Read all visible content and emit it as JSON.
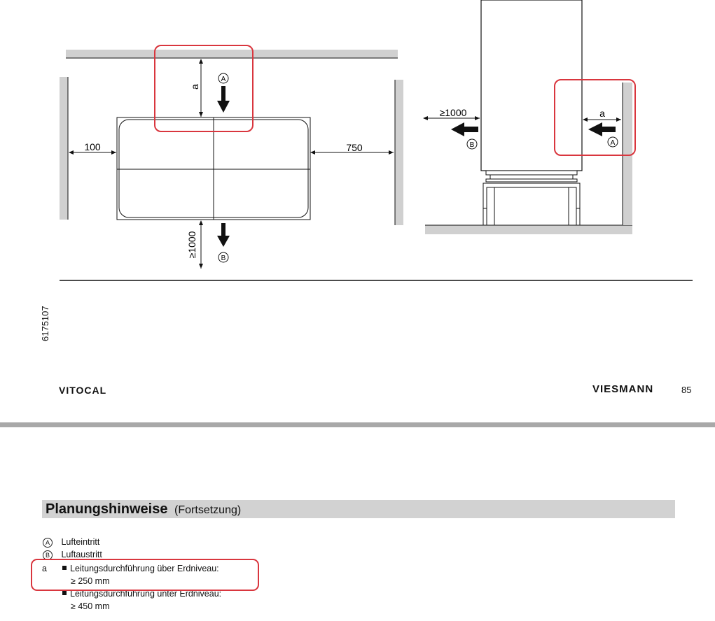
{
  "diagram_left": {
    "label_a": "a",
    "marker_a": "A",
    "marker_b": "B",
    "dim_left": "100",
    "dim_right": "750",
    "dim_bottom": "≥1000"
  },
  "diagram_right": {
    "dim_left": "≥1000",
    "label_a": "a",
    "marker_a": "A",
    "marker_b": "B"
  },
  "footer": {
    "doc_id": "6175107",
    "brand_left": "VITOCAL",
    "brand_right": "VIESMANN",
    "page_number": "85"
  },
  "section": {
    "title": "Planungshinweise",
    "subtitle": "(Fortsetzung)"
  },
  "legend": {
    "item_a_marker": "A",
    "item_a_text": "Lufteintritt",
    "item_b_marker": "B",
    "item_b_text": "Luftaustritt",
    "item_a_key": "a",
    "bullet1_text": "Leitungsdurchführung über Erdniveau:",
    "bullet1_value": "≥ 250 mm",
    "bullet2_text": "Leitungsdurchführung unter Erdniveau:",
    "bullet2_value": "≥ 450 mm"
  },
  "colors": {
    "highlight": "#d9363e",
    "wall": "#d0d0d0",
    "section_bar": "#d2d2d2",
    "page_separator": "#a8a8a8"
  }
}
